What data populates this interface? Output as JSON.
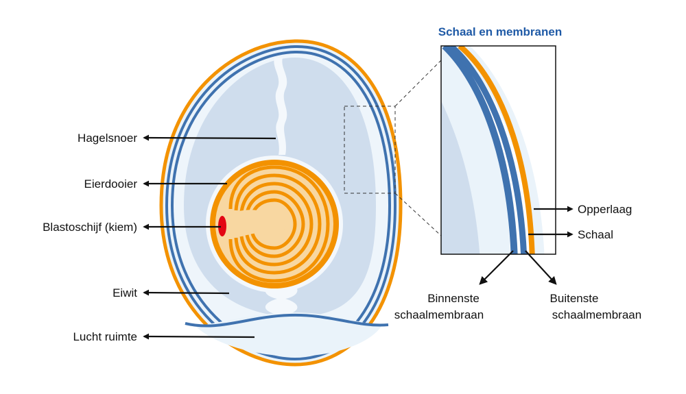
{
  "diagram": {
    "inset_title": "Schaal en membranen",
    "labels": {
      "chalaza": "Hagelsnoer",
      "yolk": "Eierdooier",
      "germinal_disc": "Blastoschijf (kiem)",
      "albumen": "Eiwit",
      "air_cell": "Lucht ruimte",
      "cuticle": "Opperlaag",
      "shell": "Schaal",
      "inner_membrane_line1": "Binnenste",
      "inner_membrane_line2": "schaalmembraan",
      "outer_membrane_line1": "Buitenste",
      "outer_membrane_line2": "schaalmembraan"
    },
    "colors": {
      "shell_orange": "#F39200",
      "membrane_blue": "#3F72AF",
      "albumen_light": "#EAF3FA",
      "albumen_thick": "#CFDDED",
      "yolk_orange": "#F39200",
      "yolk_cream": "#F8D7A1",
      "germ_red": "#E30613",
      "title_blue": "#1F5AA6",
      "arrow": "#111111"
    }
  }
}
